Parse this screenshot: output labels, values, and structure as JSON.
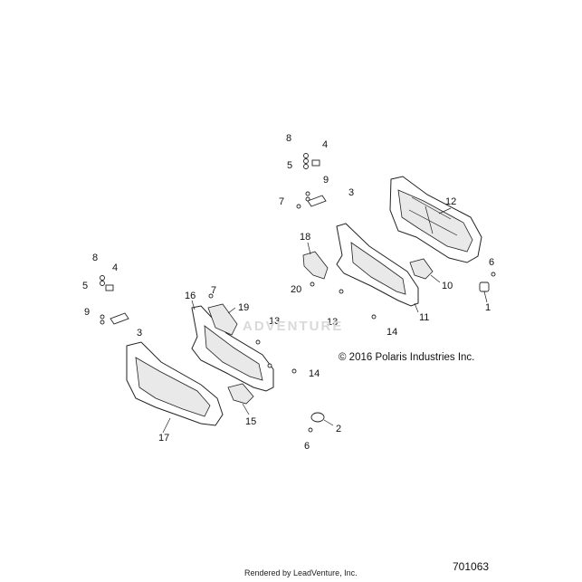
{
  "callouts": [
    {
      "id": "c8a",
      "text": "8"
    },
    {
      "id": "c4a",
      "text": "4"
    },
    {
      "id": "c5a",
      "text": "5"
    },
    {
      "id": "c9a",
      "text": "9"
    },
    {
      "id": "c3a",
      "text": "3"
    },
    {
      "id": "c7a",
      "text": "7"
    },
    {
      "id": "c12",
      "text": "12"
    },
    {
      "id": "c18",
      "text": "18"
    },
    {
      "id": "c6a",
      "text": "6"
    },
    {
      "id": "c10",
      "text": "10"
    },
    {
      "id": "c20",
      "text": "20"
    },
    {
      "id": "c1",
      "text": "1"
    },
    {
      "id": "c8b",
      "text": "8"
    },
    {
      "id": "c4b",
      "text": "4"
    },
    {
      "id": "c5b",
      "text": "5"
    },
    {
      "id": "c9b",
      "text": "9"
    },
    {
      "id": "c3b",
      "text": "3"
    },
    {
      "id": "c7b",
      "text": "7"
    },
    {
      "id": "c16",
      "text": "16"
    },
    {
      "id": "c19",
      "text": "19"
    },
    {
      "id": "c13a",
      "text": "13"
    },
    {
      "id": "c13b",
      "text": "13"
    },
    {
      "id": "c14a",
      "text": "14"
    },
    {
      "id": "c11",
      "text": "11"
    },
    {
      "id": "c14b",
      "text": "14"
    },
    {
      "id": "c15",
      "text": "15"
    },
    {
      "id": "c2",
      "text": "2"
    },
    {
      "id": "c6b",
      "text": "6"
    },
    {
      "id": "c17",
      "text": "17"
    }
  ],
  "copyright": "© 2016 Polaris Industries Inc.",
  "footer": "Rendered by LeadVenture, Inc.",
  "part_number": "701063",
  "watermark": "ADVENTURE"
}
